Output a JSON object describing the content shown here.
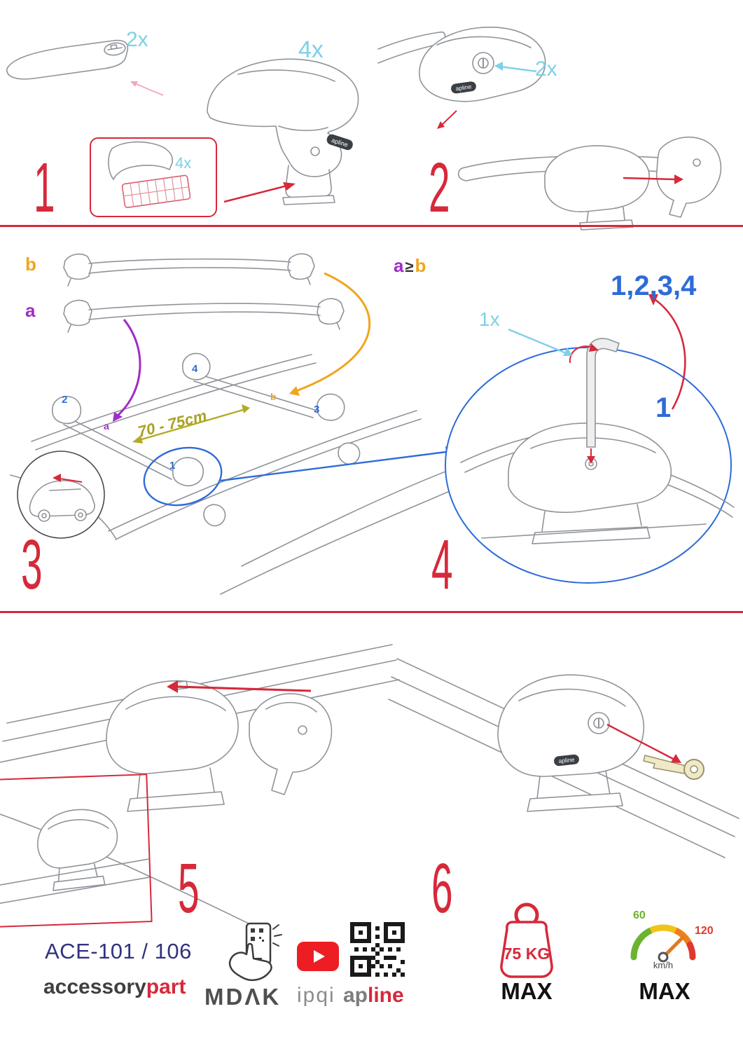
{
  "colors": {
    "accent_red": "#d6293a",
    "cyan": "#7fd0e8",
    "blue": "#2e6bd9",
    "purple": "#a12cc9",
    "orange": "#f0a51e",
    "olive": "#a8a224",
    "navy": "#32327e",
    "youtube_red": "#ed1d24"
  },
  "steps": {
    "s1": {
      "number": "1",
      "bar_qty": "2x",
      "foot_qty": "4x",
      "pad_qty": "4x"
    },
    "s2": {
      "number": "2",
      "lock_qty": "2x"
    },
    "s3": {
      "number": "3",
      "bar_a": "a",
      "bar_b": "b",
      "rule_a": "a",
      "rule_op": "≥",
      "rule_b": "b",
      "distance": "70 - 75cm",
      "pos1": "1",
      "pos2": "2",
      "pos3": "3",
      "pos4": "4",
      "roof_a": "a",
      "roof_b": "b"
    },
    "s4": {
      "number": "4",
      "tool_qty": "1x",
      "order": "1,2,3,4",
      "step_one": "1"
    },
    "s5": {
      "number": "5"
    },
    "s6": {
      "number": "6"
    }
  },
  "branding": {
    "foot": "apline"
  },
  "footer": {
    "model": "ACE-101 / 106",
    "brand_gray": "accessory",
    "brand_red": "part",
    "mdak": "MDΛK",
    "ipqi": "ipqi",
    "apline_gray": "ap",
    "apline_red": "line",
    "weight_value": "75 KG",
    "weight_max": "MAX",
    "speed_low": "60",
    "speed_high": "120",
    "speed_unit": "km/h",
    "speed_max": "MAX"
  }
}
